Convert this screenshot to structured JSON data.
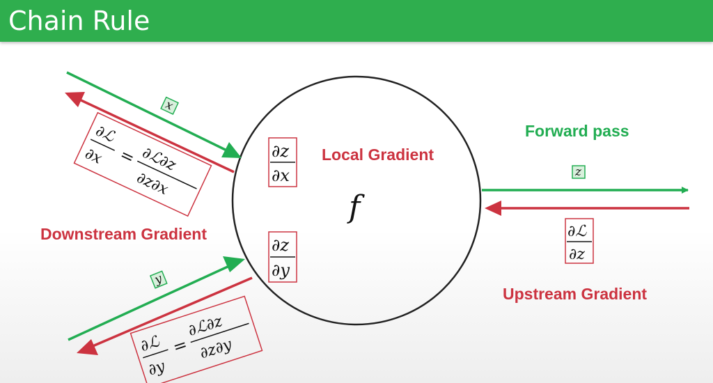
{
  "title": "Chain Rule",
  "colors": {
    "green": "#22ad52",
    "red": "#cc3340",
    "header": "#2fae4e"
  },
  "labels": {
    "local_gradient": "Local Gradient",
    "forward_pass": "Forward pass",
    "downstream_gradient": "Downstream Gradient",
    "upstream_gradient": "Upstream Gradient"
  },
  "node": {
    "function": "f"
  },
  "vars": {
    "x": "x",
    "y": "y",
    "z": "z"
  },
  "math": {
    "partial": "∂",
    "loss": "ℒ",
    "equals": "=",
    "dz": "∂z",
    "dx": "∂x",
    "dy": "∂y",
    "dL": "∂ℒ",
    "dLdz_num": "∂ℒ∂z",
    "dLdz_den": "∂z∂x",
    "dLdz_den_y": "∂z∂y"
  }
}
